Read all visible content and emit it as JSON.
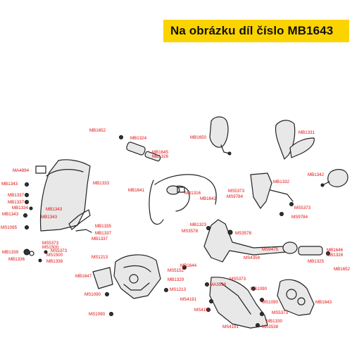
{
  "header": {
    "title": "Na obrázku díl číslo MB1643",
    "background": "#fbd400"
  },
  "label_color": "#e10b0b",
  "parts": {
    "MB1652a": "MB1652",
    "MB1324": "MB1324",
    "MB1650": "MB1650",
    "MB1331": "MB1331",
    "MB1645": "MB1645",
    "MB1326": "MB1326",
    "MA4894": "MA4894",
    "MB1333": "MB1333",
    "MB1342": "MB1342",
    "MB1343a": "MB1343",
    "MB1641": "MB1641",
    "MB1316": "MB1316",
    "MB1332": "MB1332",
    "MB1337a": "MB1337",
    "MB1337b": "MB1337",
    "MS5373a": "MS5373",
    "MB1642": "MB1642",
    "MS9784a": "MS9784",
    "MB1334": "MB1334",
    "MS5373b": "MS5373",
    "MB1343b": "MB1343",
    "MB1343c": "MB1343",
    "MB1343d": "MB1343",
    "MB1335": "MB1335",
    "MB1323": "MB1323",
    "MS3578a": "MS3578",
    "MS3578b": "MS3578",
    "MS9784b": "MS9784",
    "MS1095": "MS1095",
    "MB1337c": "MB1337",
    "MB1337d": "MB1337",
    "MS5373c": "MS5373",
    "MS1500a": "MS1500",
    "MS5373d": "MS5373",
    "MB1339": "MB1339",
    "MS1500b": "MS1500",
    "MB1336": "MB1336",
    "MB1338": "MB1338",
    "MS1213a": "MS1213",
    "MS4359": "MS4359",
    "MS9475": "MS9475",
    "MB1646": "MB1646",
    "MB1328": "MB1328",
    "MB1325": "MB1325",
    "MB1652b": "MB1652",
    "MB1644": "MB1644",
    "MB1647": "MB1647",
    "MS5152": "MS5152",
    "MA3538a": "MA3538",
    "MB1329": "MB1329",
    "MS5373e": "MS5373",
    "MS1213b": "MS1213",
    "MS1090a": "MS1090",
    "MS1090b": "MS1090",
    "MS4191a": "MS4191",
    "MS1090c": "MS1090",
    "MS1090d": "MS1090",
    "MB1643": "MB1643",
    "MS4191b": "MS4191",
    "MS5373f": "MS5373",
    "MB1330": "MB1330",
    "MA3538b": "MA3538",
    "MS4191c": "MS4191"
  }
}
